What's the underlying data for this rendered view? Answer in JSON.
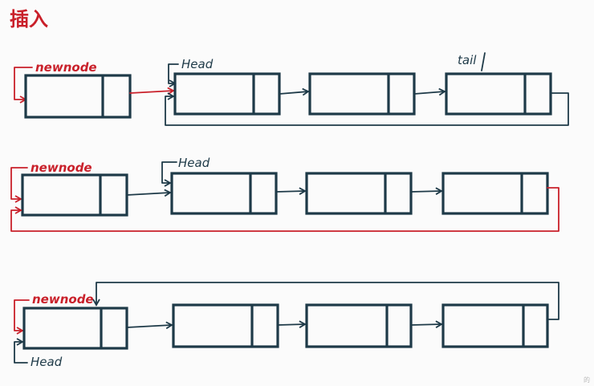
{
  "title": "插入",
  "corner_mark": "的",
  "colors": {
    "node": "#1e3a48",
    "pointer": "#1e3a48",
    "new_pointer": "#c9202a",
    "new_label": "#c9202a"
  },
  "rows": [
    {
      "name": "row-1",
      "newnode_label": "newnode",
      "head_label": "Head",
      "tail_label": "tail",
      "nodes": 4
    },
    {
      "name": "row-2",
      "newnode_label": "newnode",
      "head_label": "Head",
      "nodes": 4
    },
    {
      "name": "row-3",
      "newnode_label": "newnode",
      "head_label": "Head",
      "nodes": 4
    }
  ]
}
